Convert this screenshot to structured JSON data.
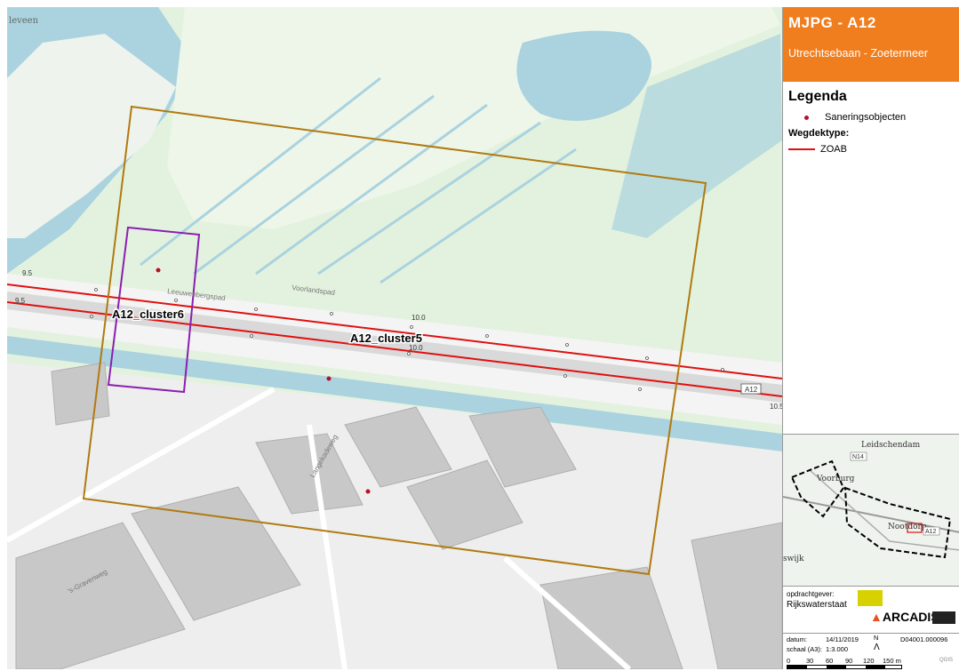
{
  "header": {
    "title": "MJPG - A12",
    "subtitle": "Utrechtsebaan - Zoetermeer"
  },
  "legend": {
    "title": "Legenda",
    "item_objects": "Saneringsobjecten",
    "section_title": "Wegdektype:",
    "item_zoab": "ZOAB",
    "colors": {
      "objects": "#b3122a",
      "zoab": "#e01010",
      "frame": "#b07a10",
      "cluster6": "#8a1fb0"
    }
  },
  "map": {
    "town_label": "leveen",
    "clusters": {
      "cluster6": "A12_cluster6",
      "cluster5": "A12_cluster5"
    },
    "road_shield": "A12",
    "distance_labels": {
      "d1": "9.5",
      "d2": "9.5",
      "d3": "10.0",
      "d4": "10.0",
      "d5": "10.5"
    },
    "street_labels": {
      "s1": "Leeuwenbergspad",
      "s2": "Voorlandspad",
      "s3": "Langekadeweg",
      "s4": "'s-Gravenweg"
    }
  },
  "overview": {
    "labels": {
      "city": "Leidschendam",
      "road": "N14",
      "town": "Voorburg",
      "place": "Nootdorp",
      "place2": "swijk",
      "shield": "A12"
    }
  },
  "client": {
    "label": "opdrachtgever:",
    "name": "Rijkswaterstaat",
    "arcadis": "ARCADIS"
  },
  "footer": {
    "date_label": "datum:",
    "date_value": "14/11/2019",
    "north": "N",
    "project": "D04001.000096",
    "scale_label": "schaal (A3):",
    "scale_value": "1:3.000",
    "ticks": {
      "t0": "0",
      "t1": "30",
      "t2": "60",
      "t3": "90",
      "t4": "120",
      "t5": "150 m"
    },
    "software": "QGIS"
  }
}
